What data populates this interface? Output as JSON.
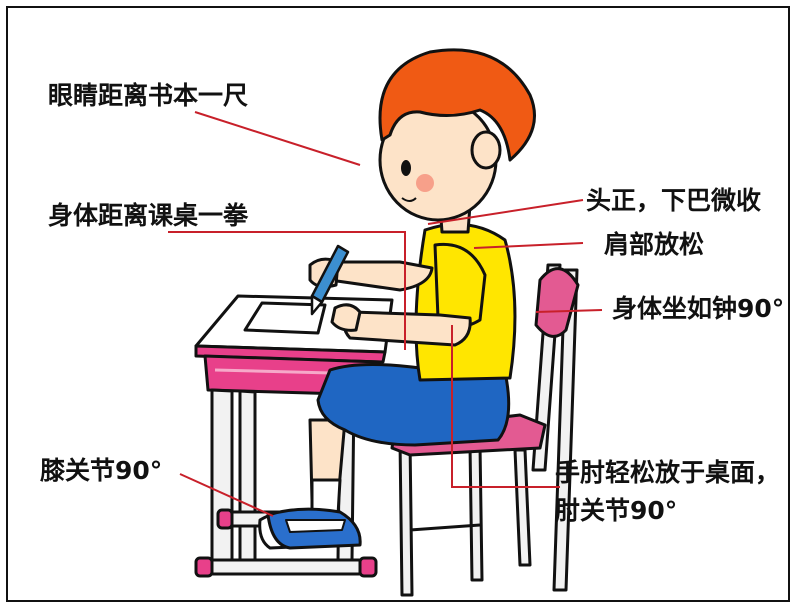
{
  "labels": {
    "eyes": "眼睛距离书本一尺",
    "body_desk": "身体距离课桌一拳",
    "head": "头正，下巴微收",
    "shoulders": "肩部放松",
    "sit": "身体坐如钟90°",
    "knee": "膝关节90°",
    "elbow_line1": "手肘轻松放于桌面，",
    "elbow_line2": "肘关节90°"
  },
  "colors": {
    "leader_line": "#c8202a",
    "hair": "#f05a14",
    "skin": "#fde3c8",
    "shirt": "#ffe600",
    "pants": "#1f66c2",
    "desk": "#e8408a",
    "desk_light": "#f6a9c9",
    "chair_pad": "#e35a92",
    "metal": "#f2f2f2",
    "pen": "#3c8fd0"
  },
  "icons": [
    "boy-illustration",
    "desk-illustration",
    "chair-illustration",
    "pen-icon"
  ]
}
